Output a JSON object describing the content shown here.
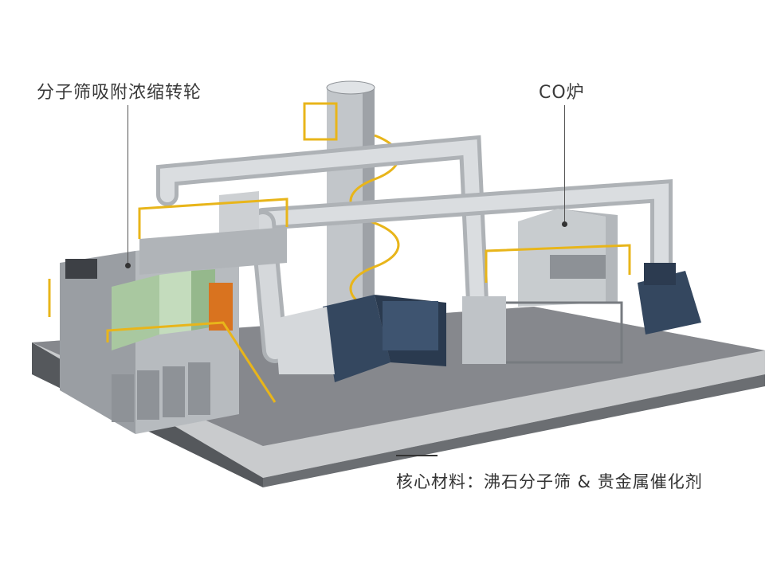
{
  "callouts": {
    "rotor": {
      "text": "分子筛吸附浓缩转轮"
    },
    "co_furnace": {
      "text": "CO炉"
    }
  },
  "core_material": "核心材料：沸石分子筛 & 贵金属催化剂",
  "colors": {
    "base_platform": "#6b6e72",
    "steel_gray": "#bfc3c7",
    "pipe": "#d6d9dc",
    "railing": "#e8b51a",
    "fan_blue": "#34475f",
    "rotor_green": "#a9c8a0",
    "accent_orange": "#d9731f"
  },
  "icons": [
    "stack-chimney",
    "spiral-stair",
    "blower-fan",
    "duct-pipe",
    "railing"
  ]
}
